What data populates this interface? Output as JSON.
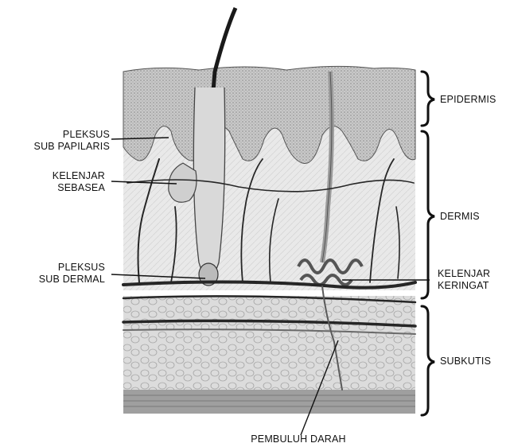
{
  "labels": {
    "plexus_subpapillary": [
      "PLEKSUS",
      "SUB PAPILARIS"
    ],
    "sebaceous_gland": [
      "KELENJAR",
      "SEBASEA"
    ],
    "plexus_subdermal": [
      "PLEKSUS",
      "SUB DERMAL"
    ],
    "sweat_gland": [
      "KELENJAR",
      "KERINGAT"
    ],
    "blood_vessel": "PEMBULUH DARAH"
  },
  "layers": {
    "epidermis": "EPIDERMIS",
    "dermis": "DERMIS",
    "subcutis": "SUBKUTIS"
  },
  "colors": {
    "ink": "#111111",
    "epidermis_fill": "#bdbdbd",
    "dermis_fill": "#ececec",
    "fat_fill": "#d6d6d6",
    "vessel": "#2b2b2b"
  }
}
